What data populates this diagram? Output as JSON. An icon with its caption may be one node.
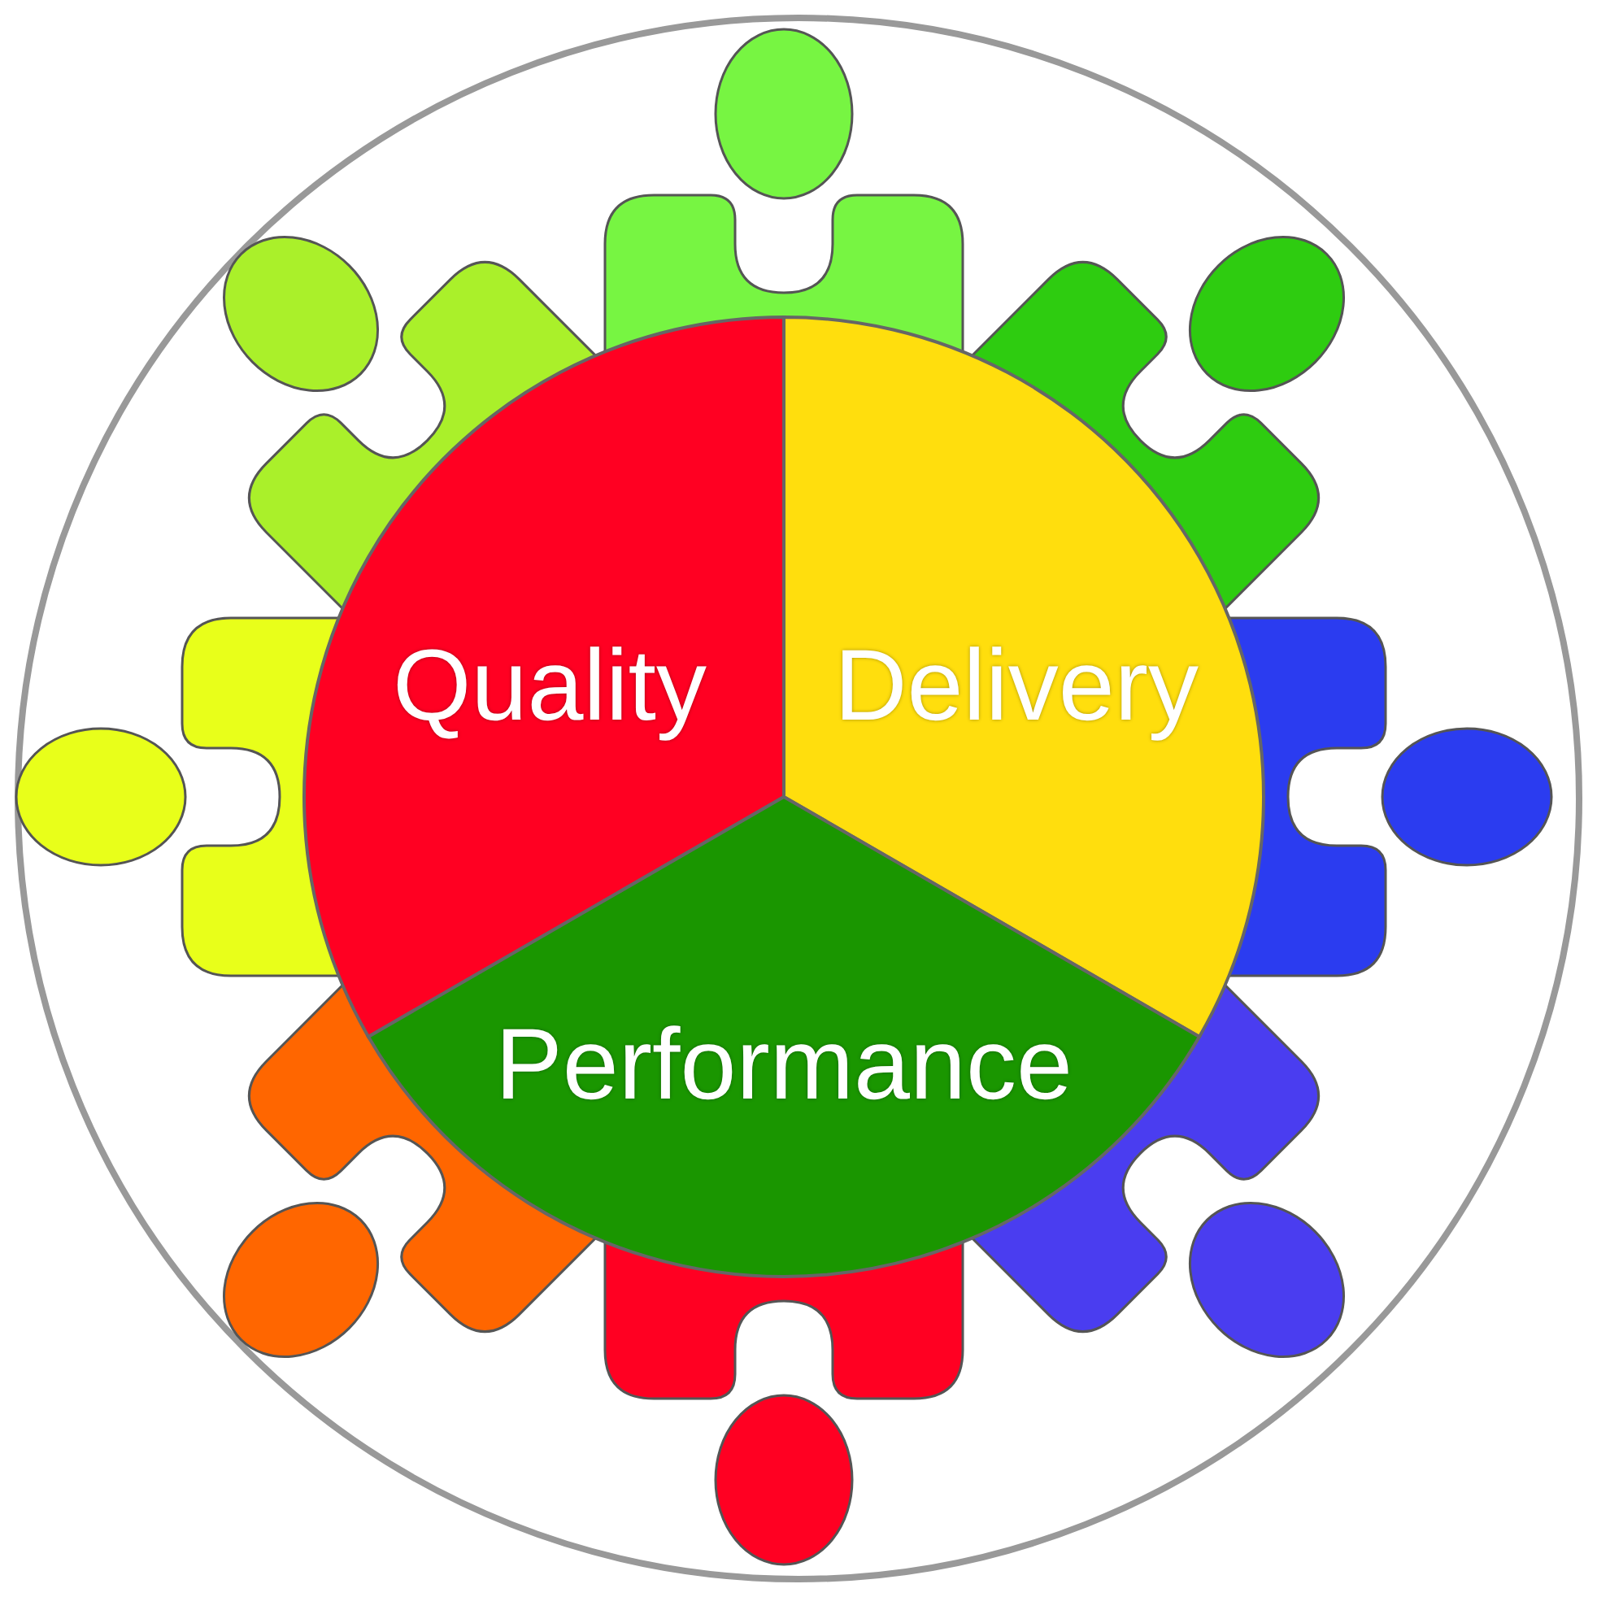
{
  "diagram": {
    "nodes": [
      {
        "text": [
          "Quality"
        ]
      },
      {
        "text": [
          "Delivery"
        ]
      },
      {
        "text": [
          "Performance"
        ]
      }
    ],
    "edges": []
  }
}
